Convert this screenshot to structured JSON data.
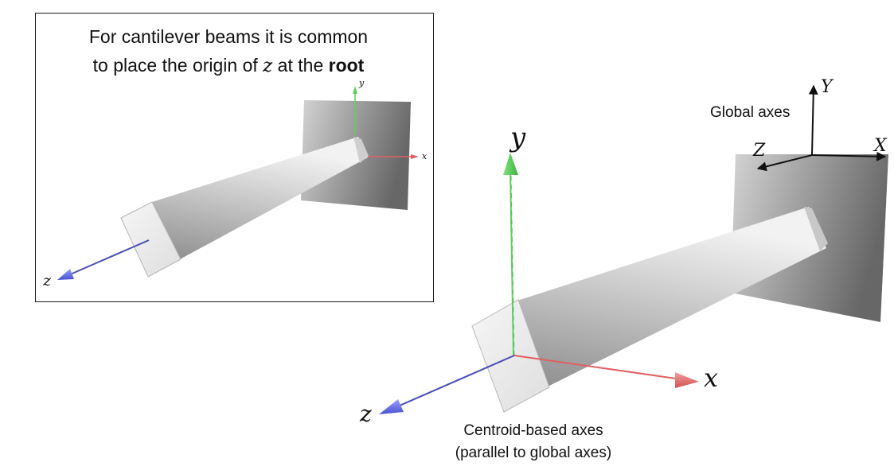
{
  "inset": {
    "caption_line1": "For cantilever beams it is common",
    "caption_line2_pre": "to place the origin of ",
    "caption_line2_var": "z",
    "caption_line2_mid": " at the ",
    "caption_line2_bold": "root",
    "axis_y": "y",
    "axis_x": "x",
    "axis_z": "z"
  },
  "main": {
    "axis_y": "y",
    "axis_x": "x",
    "axis_z": "z",
    "global_label": "Global axes",
    "global_X": "X",
    "global_Y": "Y",
    "global_Z": "Z",
    "centroid_line1": "Centroid-based axes",
    "centroid_line2": "(parallel to global axes)"
  },
  "colors": {
    "axis_y": "#5ad25a",
    "axis_x": "#e06060",
    "axis_z": "#4a4fb8",
    "wall_dark": "#6c6c6c",
    "wall_light": "#d2d2d2"
  }
}
